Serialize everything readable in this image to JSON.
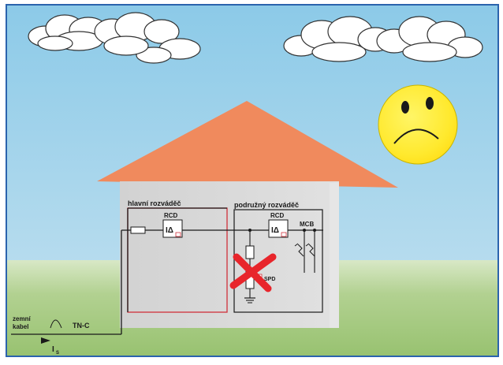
{
  "labels": {
    "main_board": "hlavní rozváděč",
    "sub_board": "podružný rozváděč",
    "rcd_main": "RCD",
    "rcd_sub": "RCD",
    "mcb": "MCB",
    "spd": "SPD",
    "cable_line1": "zemní",
    "cable_line2": "kabel",
    "system": "TN-C",
    "current_main": "I",
    "current_sub": "S",
    "rcd_symbol_main": "IΔ",
    "rcd_symbol_sub": "IΔ"
  },
  "icons": {
    "sun": "sad-sun-icon",
    "clouds": "cloud-icon",
    "spd_crossed": "cross-icon"
  },
  "colors": {
    "sky": "#8fcbe6",
    "grass": "#a9cc85",
    "roof": "#f08a5d",
    "house": "#d9d9d9",
    "sun": "#ffec3a",
    "cross": "#e8252b",
    "wire": "#1a1a1a",
    "wire_red": "#d0303a",
    "frame": "#2b63ad"
  }
}
